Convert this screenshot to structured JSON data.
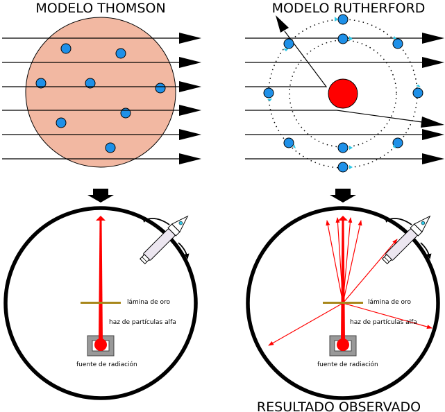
{
  "titles": {
    "thomson": "MODELO THOMSON",
    "rutherford": "MODELO RUTHERFORD",
    "result": "RESULTADO OBSERVADO"
  },
  "labels": {
    "foil": "lámina de oro",
    "beam": "haz de partículas alfa",
    "source": "fuente de radiación"
  },
  "colors": {
    "thomson_sphere": "#F2B8A2",
    "electron": "#1E90E8",
    "nucleus": "#FF0000",
    "gold_foil": "#A8871B",
    "beam": "#FF0000",
    "source_box": "#999999"
  },
  "icons": {
    "detector": "microscope-icon",
    "rotation": "rotation-arrow-icon"
  }
}
